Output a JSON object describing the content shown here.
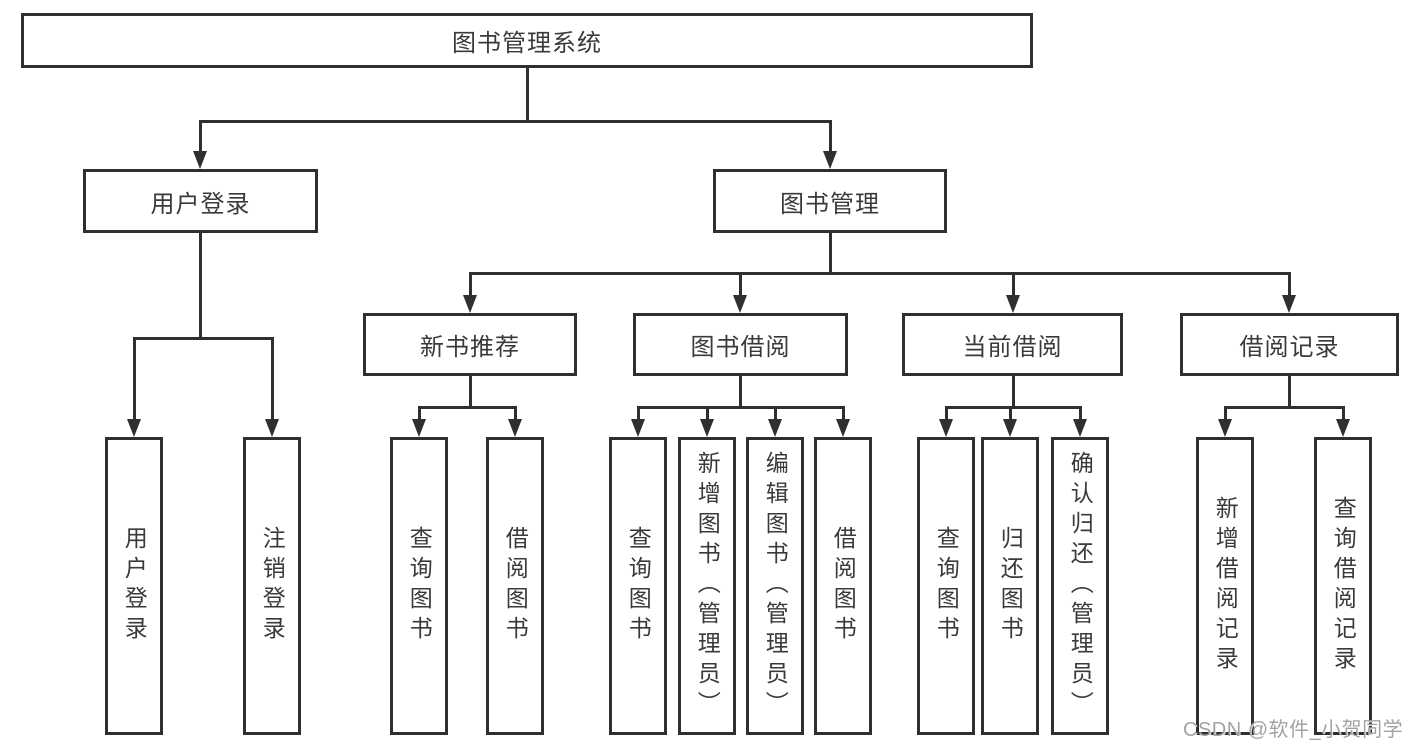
{
  "colors": {
    "line": "#2f2f2f",
    "text": "#3a3a3a",
    "watermark": "#a3a3a3",
    "background": "#ffffff"
  },
  "watermark": "CSDN @软件_小贺同学",
  "nodes": {
    "root": "图书管理系统",
    "login": "用户登录",
    "mgmt": "图书管理",
    "login_user": "用户登录",
    "login_logout": "注销登录",
    "rec": "新书推荐",
    "borrow": "图书借阅",
    "current": "当前借阅",
    "records": "借阅记录",
    "rec_query": "查询图书",
    "rec_borrow": "借阅图书",
    "borrow_query": "查询图书",
    "borrow_add": "新增图书（管理员）",
    "borrow_edit": "编辑图书（管理员）",
    "borrow_borrow": "借阅图书",
    "current_query": "查询图书",
    "current_return": "归还图书",
    "current_confirm": "确认归还（管理员）",
    "records_add": "新增借阅记录",
    "records_query": "查询借阅记录"
  }
}
